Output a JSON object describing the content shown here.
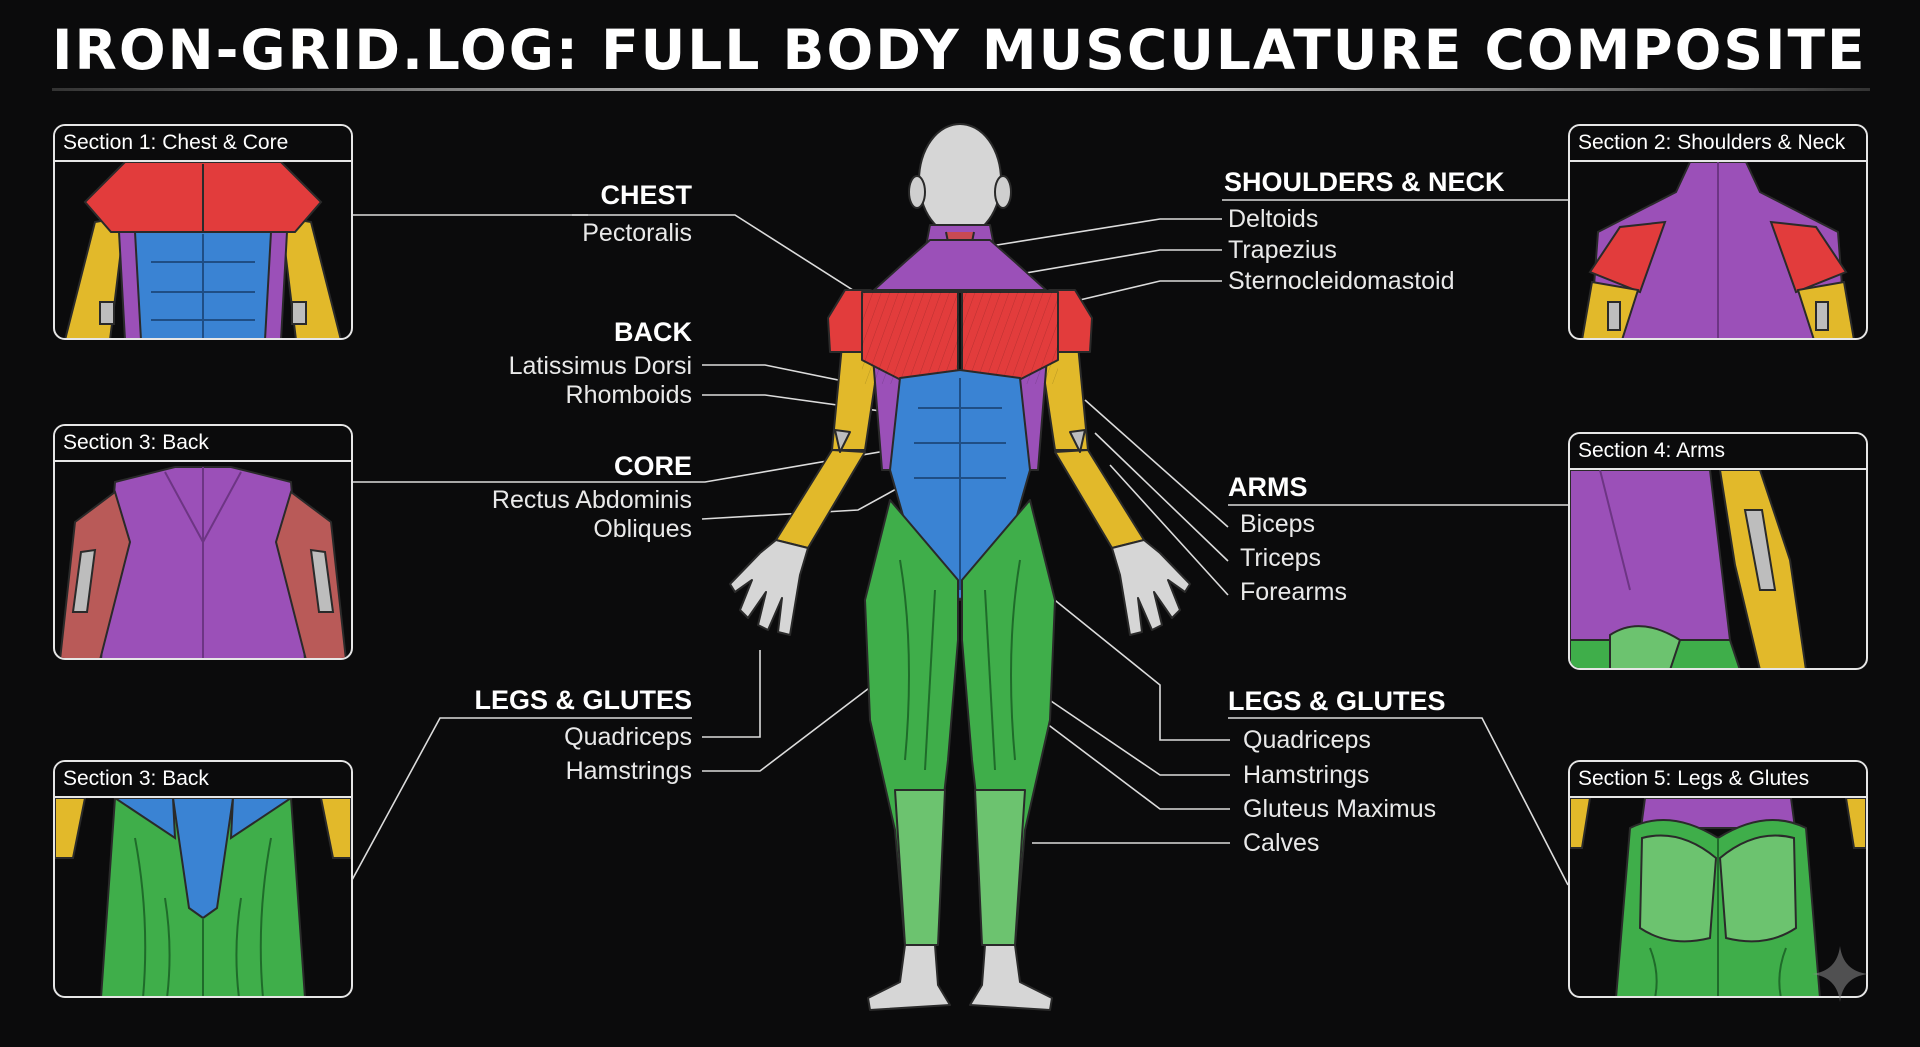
{
  "title": "IRON-GRID.LOG: FULL BODY MUSCULATURE COMPOSITE",
  "colors": {
    "chest": "#e23c3c",
    "core": "#3a83d3",
    "back": "#9b50b8",
    "arms": "#e2b92a",
    "legs": "#3fae4a",
    "skin": "#d6d6d6",
    "background": "#0b0b0c"
  },
  "panels": {
    "p1": "Section 1: Chest & Core",
    "p2": "Section 2: Shoulders & Neck",
    "p3": "Section 3: Back",
    "p4": "Section 4: Arms",
    "p5": "Section 3: Back",
    "p6": "Section 5: Legs & Glutes"
  },
  "labels": {
    "chest": {
      "header": "CHEST",
      "items": [
        "Pectoralis"
      ]
    },
    "back": {
      "header": "BACK",
      "items": [
        "Latissimus Dorsi",
        "Rhomboids"
      ]
    },
    "core": {
      "header": "CORE",
      "items": [
        "Rectus Abdominis",
        "Obliques"
      ]
    },
    "legs_left": {
      "header": "LEGS & GLUTES",
      "items": [
        "Quadriceps",
        "Hamstrings"
      ]
    },
    "shoulders": {
      "header": "SHOULDERS & NECK",
      "items": [
        "Deltoids",
        "Trapezius",
        "Sternocleidomastoid"
      ]
    },
    "arms": {
      "header": "ARMS",
      "items": [
        "Biceps",
        "Triceps",
        "Forearms"
      ]
    },
    "legs_right": {
      "header": "LEGS & GLUTES",
      "items": [
        "Quadriceps",
        "Hamstrings",
        "Gluteus Maximus",
        "Calves"
      ]
    }
  },
  "icons": {
    "watermark": "sparkle-icon"
  }
}
